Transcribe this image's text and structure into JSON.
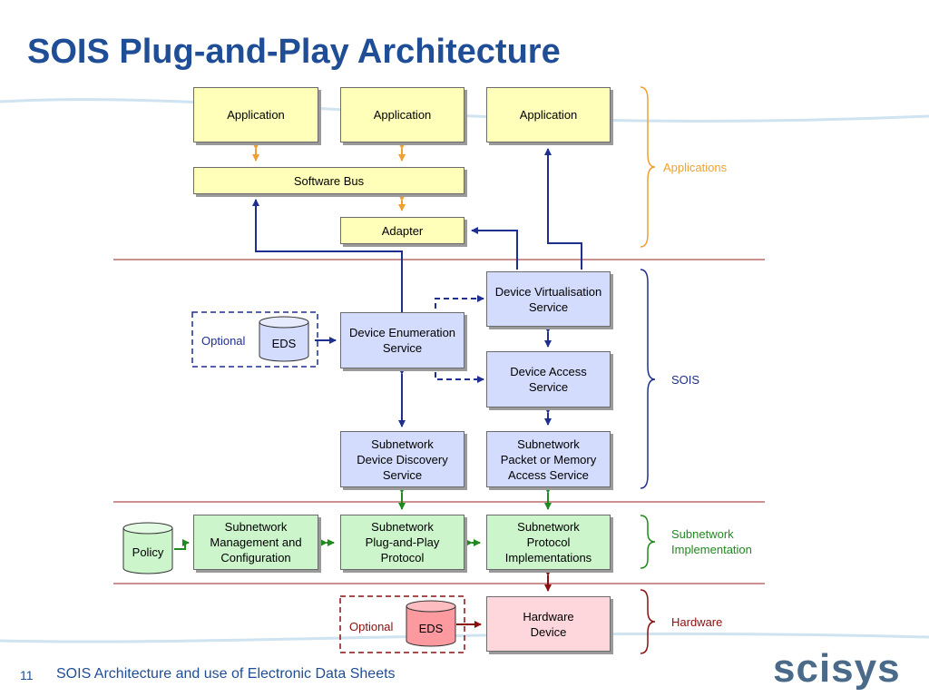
{
  "title": "SOIS Plug-and-Play Architecture",
  "boxes": {
    "app1": "Application",
    "app2": "Application",
    "app3": "Application",
    "software_bus": "Software Bus",
    "adapter": "Adapter",
    "dvs": "Device Virtualisation\nService",
    "des": "Device Enumeration\nService",
    "das": "Device Access\nService",
    "sdds": "Subnetwork\nDevice Discovery\nService",
    "spmas": "Subnetwork\nPacket or Memory\nAccess Service",
    "smc": "Subnetwork\nManagement and\nConfiguration",
    "spp": "Subnetwork\nPlug-and-Play\nProtocol",
    "spi": "Subnetwork\nProtocol\nImplementations",
    "hw": "Hardware\nDevice"
  },
  "cylinders": {
    "eds_top": "EDS",
    "policy": "Policy",
    "eds_bottom": "EDS"
  },
  "optional_top": "Optional",
  "optional_bottom": "Optional",
  "layers": {
    "applications": "Applications",
    "sois": "SOIS",
    "subnetwork": "Subnetwork\nImplementation",
    "hardware": "Hardware"
  },
  "colors": {
    "applications": "#f0a030",
    "sois": "#1f2f8f",
    "subnetwork": "#1f8a1f",
    "hardware": "#8a1010"
  },
  "footer": {
    "page": "11",
    "text": "SOIS Architecture and use of Electronic Data Sheets"
  },
  "logo": "scisys"
}
